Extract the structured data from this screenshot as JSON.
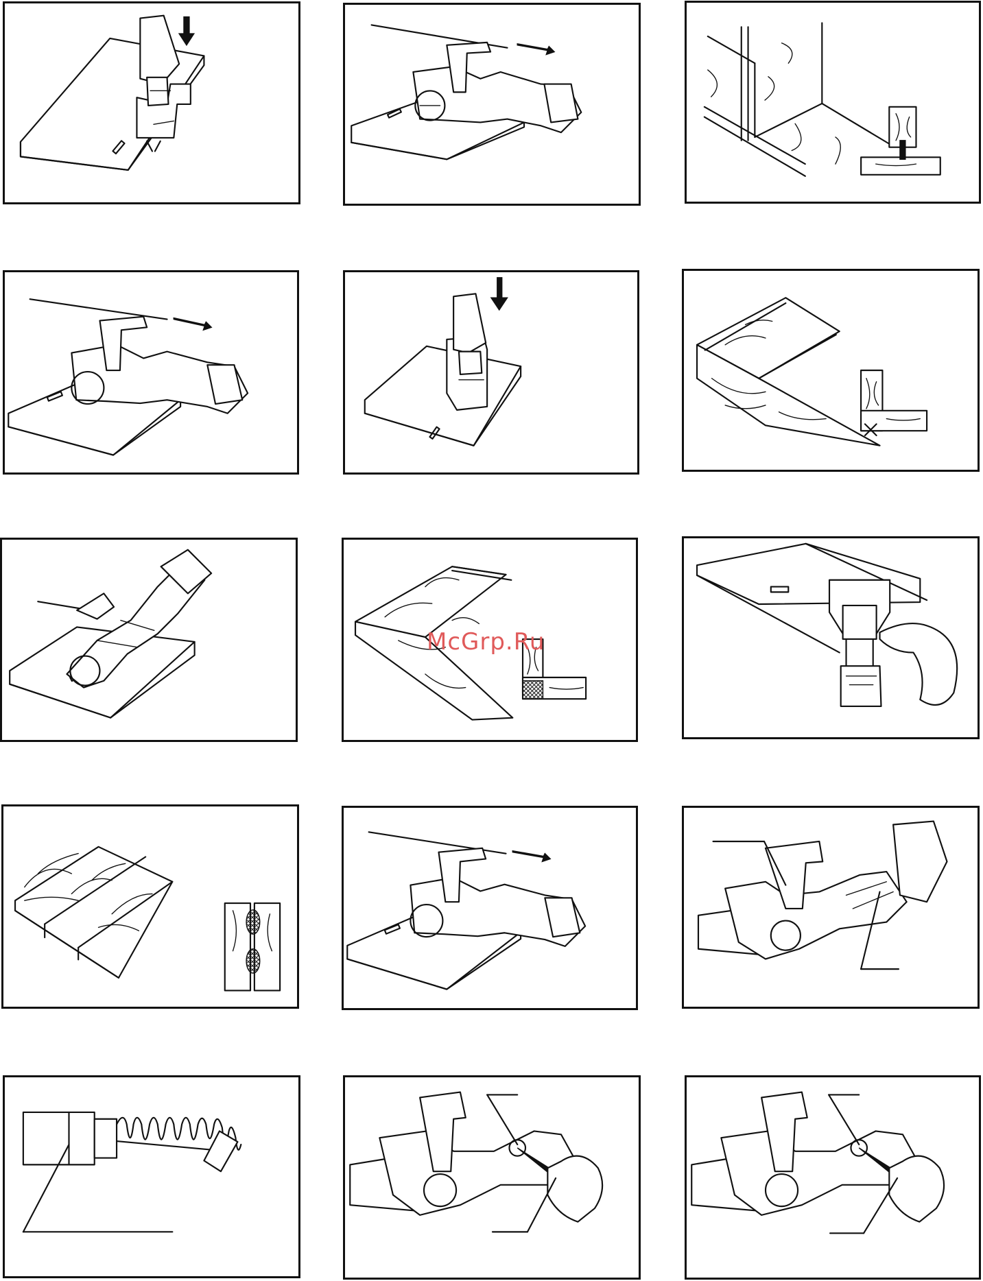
{
  "watermark": {
    "text": "McGrp.Ru",
    "color": "#e05a5a"
  },
  "figures": [
    {
      "id": 1,
      "subject": "joiner-vertical-plunge"
    },
    {
      "id": 2,
      "subject": "joiner-horizontal-cut"
    },
    {
      "id": 3,
      "subject": "t-joint-boards"
    },
    {
      "id": 4,
      "subject": "joiner-horizontal-cut"
    },
    {
      "id": 5,
      "subject": "joiner-vertical-plunge"
    },
    {
      "id": 6,
      "subject": "corner-joint-boards"
    },
    {
      "id": 7,
      "subject": "joiner-miter-cut"
    },
    {
      "id": 8,
      "subject": "miter-joint-boards"
    },
    {
      "id": 9,
      "subject": "joiner-top-view-hand"
    },
    {
      "id": 10,
      "subject": "edge-joint-boards"
    },
    {
      "id": 11,
      "subject": "joiner-horizontal-cut"
    },
    {
      "id": 12,
      "subject": "joiner-side-view"
    },
    {
      "id": 13,
      "subject": "carbon-brush-spring"
    },
    {
      "id": 14,
      "subject": "brush-cap-screwdriver"
    },
    {
      "id": 15,
      "subject": "brush-cap-screwdriver"
    }
  ]
}
